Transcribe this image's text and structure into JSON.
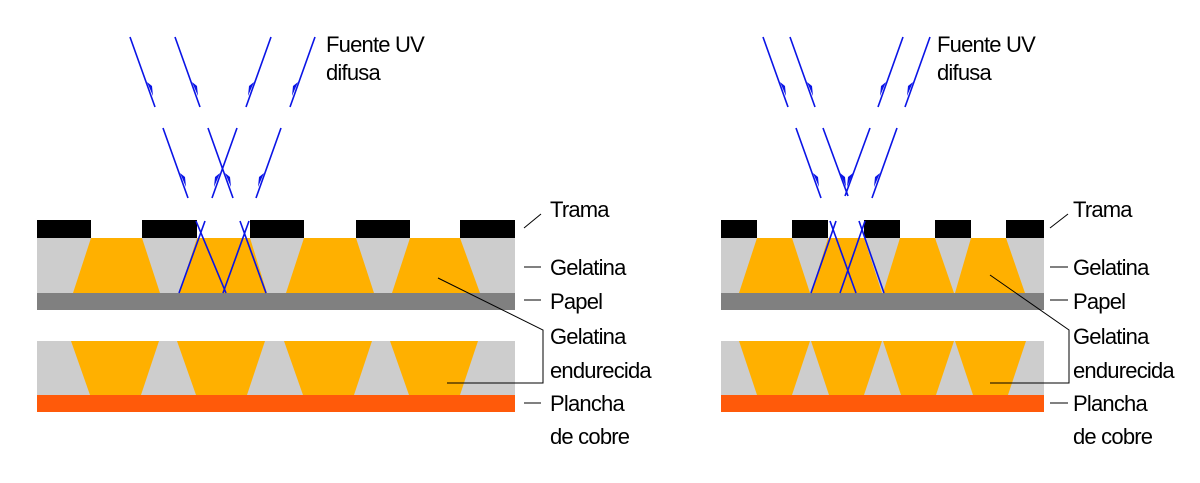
{
  "colors": {
    "trama": "#000000",
    "gelatina": "#cdcdcd",
    "gelatina_endurecida": "#ffb000",
    "papel": "#808080",
    "plancha_cobre": "#ff5a0a",
    "rays": "#0a14e6",
    "leader": "#000000"
  },
  "panels": [
    {
      "name": "left-panel",
      "description": "coarse screen",
      "source_label": [
        "Fuente UV",
        "difusa"
      ],
      "labels": {
        "trama": "Trama",
        "gelatina": "Gelatina",
        "papel": "Papel",
        "gelatina_endurecida": [
          "Gelatina",
          "endurecida"
        ],
        "plancha": [
          "Plancha",
          "de cobre"
        ]
      }
    },
    {
      "name": "right-panel",
      "description": "fine screen",
      "source_label": [
        "Fuente UV",
        "difusa"
      ],
      "labels": {
        "trama": "Trama",
        "gelatina": "Gelatina",
        "papel": "Papel",
        "gelatina_endurecida": [
          "Gelatina",
          "endurecida"
        ],
        "plancha": [
          "Plancha",
          "de cobre"
        ]
      }
    }
  ]
}
